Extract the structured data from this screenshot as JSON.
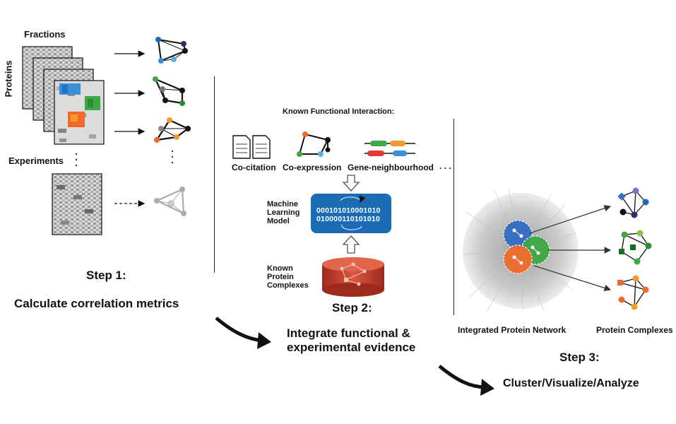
{
  "step1": {
    "fractions_label": "Fractions",
    "proteins_label": "Proteins",
    "experiments_label": "Experiments",
    "step_label": "Step 1:",
    "title": "Calculate correlation metrics"
  },
  "step2": {
    "known_interaction_label": "Known Functional Interaction:",
    "sources": [
      "Co-citation",
      "Co-expression",
      "Gene-neighbourhood"
    ],
    "more": ". . .",
    "ml_label": [
      "Machine",
      "Learning",
      "Model"
    ],
    "binary_lines": [
      "000101010001010",
      "010000110101010"
    ],
    "known_complexes_label": [
      "Known",
      "Protein",
      "Complexes"
    ],
    "step_label": "Step 2:",
    "title_lines": [
      "Integrate functional &",
      "experimental evidence"
    ]
  },
  "step3": {
    "network_label": "Integrated Protein Network",
    "complexes_label": "Protein Complexes",
    "step_label": "Step 3:",
    "title": "Cluster/Visualize/Analyze"
  },
  "colors": {
    "ml_box": "#1b6bb5",
    "db_cylinder": "#c0392b",
    "blue": "#3a8fd6",
    "green": "#3da845",
    "orange": "#f06b2a"
  }
}
